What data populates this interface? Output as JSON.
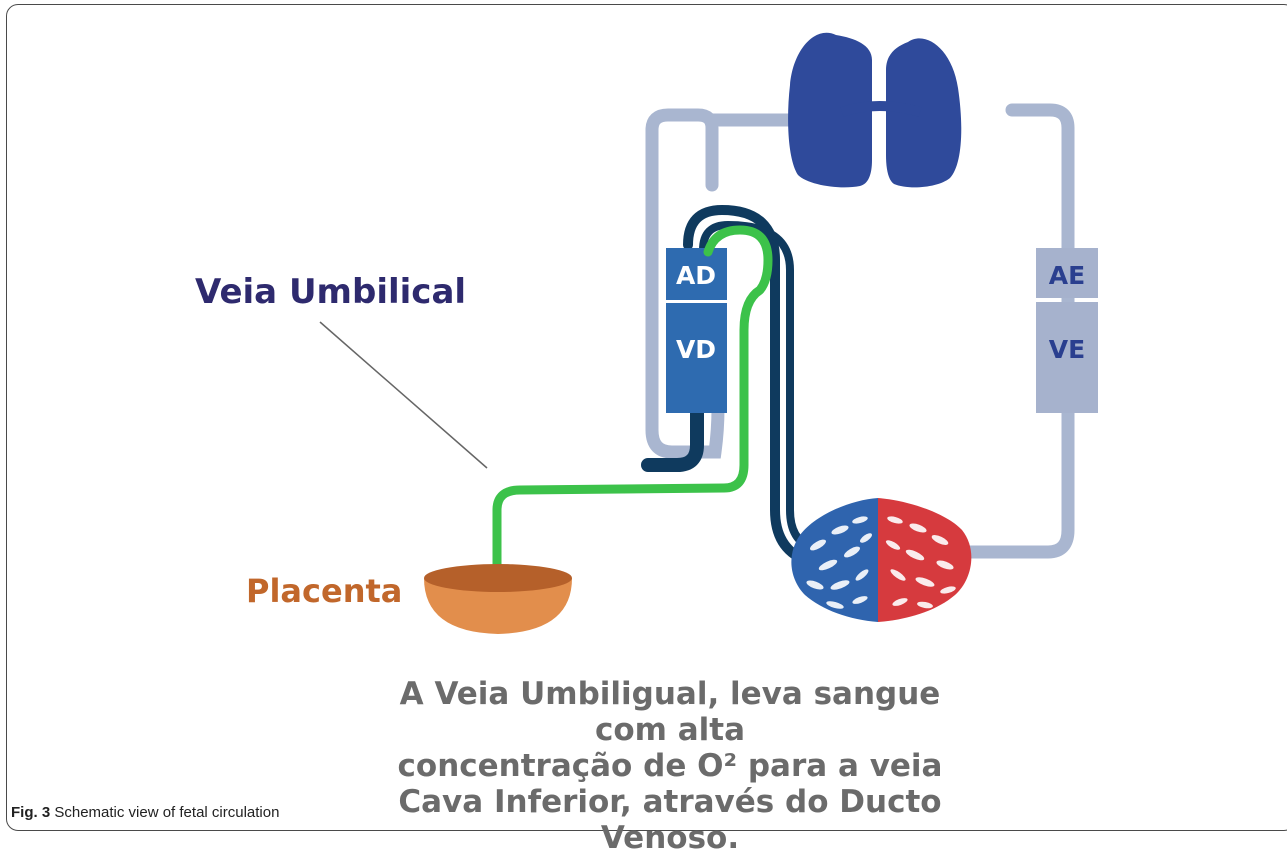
{
  "labels": {
    "umbilical_vein": "Veia Umbilical",
    "placenta": "Placenta",
    "right_atrium": "AD",
    "right_ventricle": "VD",
    "left_atrium": "AE",
    "left_ventricle": "VE"
  },
  "caption": {
    "line1": "A Veia Umbiligual, leva sangue com alta",
    "line2": "concentração de O² para a veia",
    "line3": "Cava Inferior, através do Ducto Venoso."
  },
  "figure": {
    "number": "Fig. 3",
    "title": "Schematic view of fetal circulation"
  },
  "colors": {
    "lungs": "#2f4a9b",
    "pulmonary_vessel": "#a9b6d0",
    "right_heart": "#2e6bb0",
    "left_heart": "#a6b2cd",
    "dark_vessel": "#0f3a5e",
    "umbilical_vein": "#3cc24a",
    "placenta_top": "#b5602a",
    "placenta_body": "#e28e4c",
    "liver_blue": "#2f64ae",
    "liver_red": "#d63a3e"
  }
}
